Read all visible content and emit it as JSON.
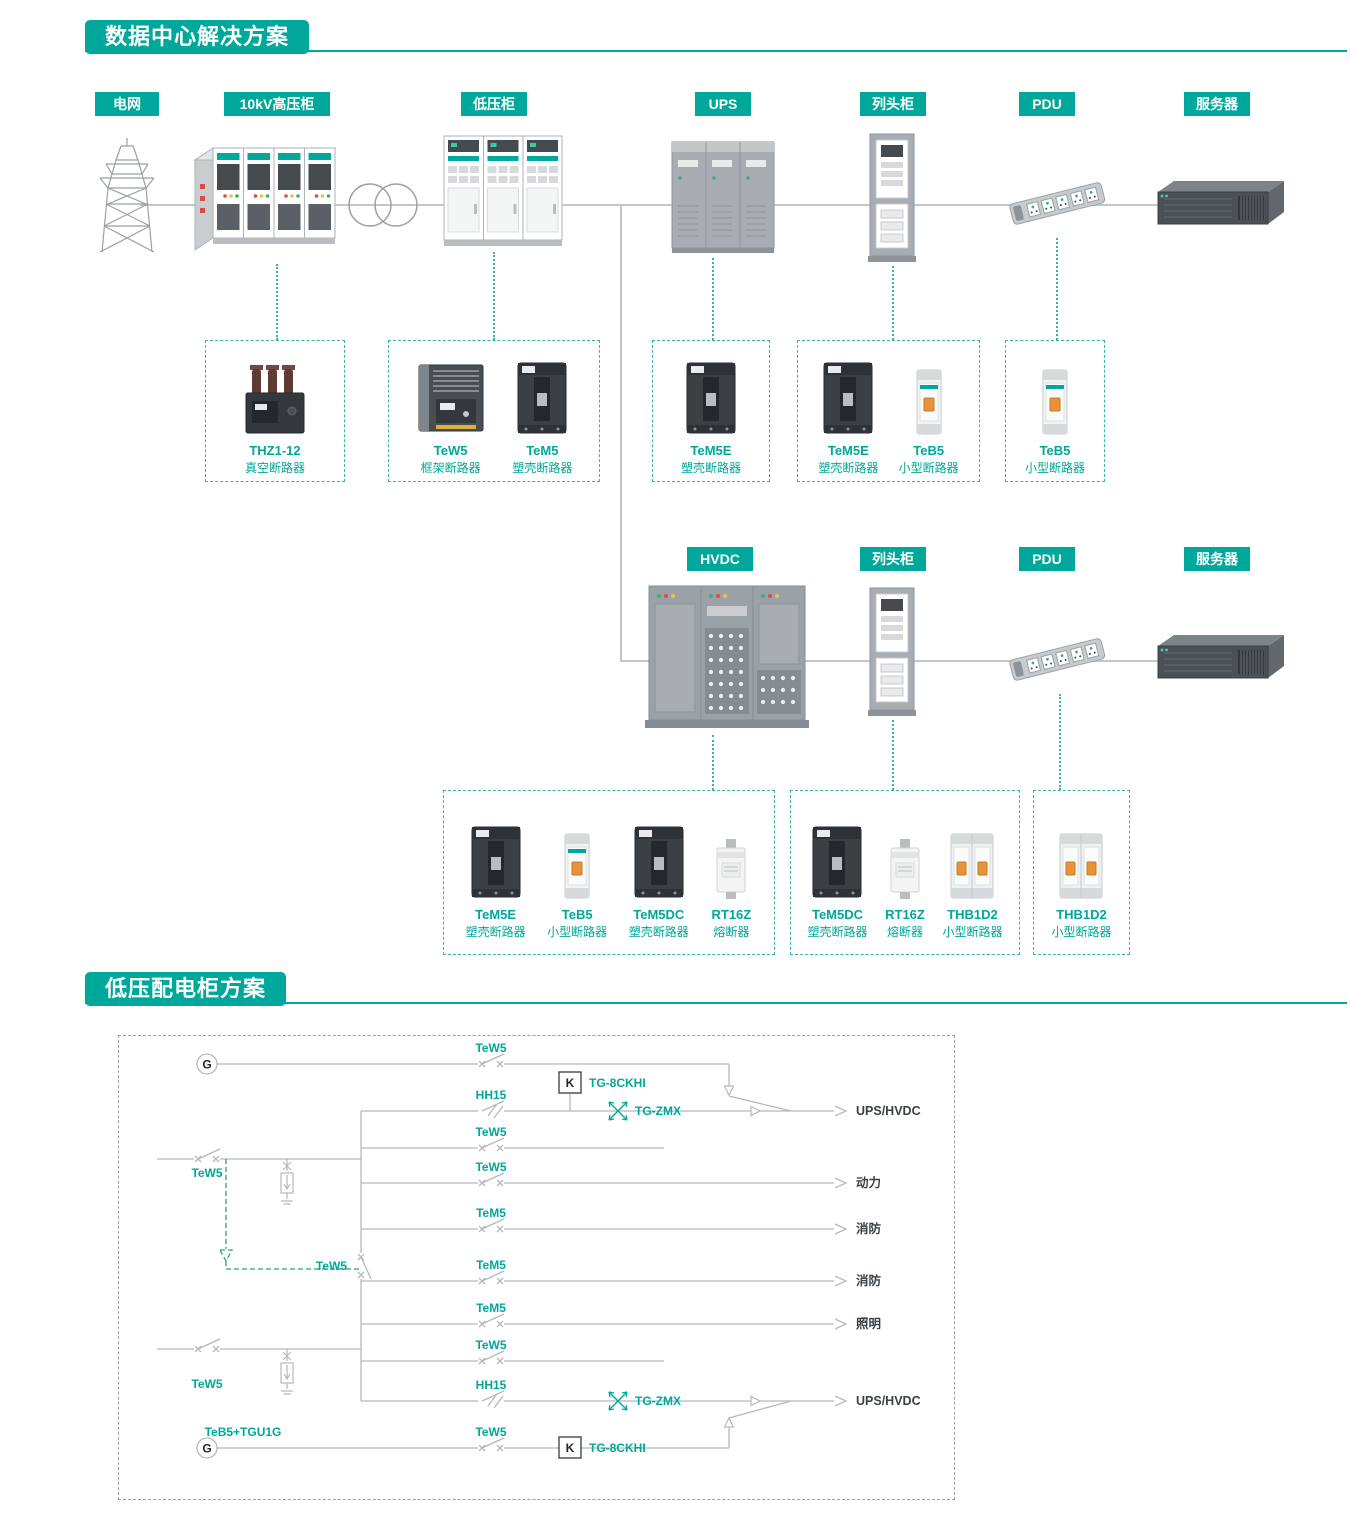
{
  "theme": {
    "accent": "#00a79b"
  },
  "section_datacenter": {
    "title": "数据中心解决方案",
    "chain_top": {
      "grid": "电网",
      "hv_cabinet": "10kV高压柜",
      "lv_cabinet": "低压柜",
      "ups": "UPS",
      "row_cabinet": "列头柜",
      "pdu": "PDU",
      "server": "服务器"
    },
    "products_top": {
      "hv": {
        "model": "THZ1-12",
        "desc": "真空断路器"
      },
      "lv_acb": {
        "model": "TeW5",
        "desc": "框架断路器"
      },
      "lv_mccb": {
        "model": "TeM5",
        "desc": "塑壳断路器"
      },
      "ups_mccb": {
        "model": "TeM5E",
        "desc": "塑壳断路器"
      },
      "row_mccb": {
        "model": "TeM5E",
        "desc": "塑壳断路器"
      },
      "row_mcb": {
        "model": "TeB5",
        "desc": "小型断路器"
      },
      "pdu_mcb": {
        "model": "TeB5",
        "desc": "小型断路器"
      }
    },
    "chain_bottom": {
      "hvdc": "HVDC",
      "row_cabinet": "列头柜",
      "pdu": "PDU",
      "server": "服务器"
    },
    "products_bottom": {
      "hvdc_mccb": {
        "model": "TeM5E",
        "desc": "塑壳断路器"
      },
      "hvdc_mcb": {
        "model": "TeB5",
        "desc": "小型断路器"
      },
      "hvdc_dc": {
        "model": "TeM5DC",
        "desc": "塑壳断路器"
      },
      "hvdc_fuse": {
        "model": "RT16Z",
        "desc": "熔断器"
      },
      "row_dc": {
        "model": "TeM5DC",
        "desc": "塑壳断路器"
      },
      "row_fuse": {
        "model": "RT16Z",
        "desc": "熔断器"
      },
      "row_thb": {
        "model": "THB1D2",
        "desc": "小型断路器"
      },
      "pdu_thb": {
        "model": "THB1D2",
        "desc": "小型断路器"
      }
    }
  },
  "section_lv_panel": {
    "title": "低压配电柜方案",
    "diagram": {
      "generator_top": "G",
      "generator_bottom": "G",
      "gen_breaker_top": "TeW5",
      "gen_breaker_bottom": "TeW5",
      "hh15_top": "HH15",
      "hh15_bottom": "HH15",
      "k_top": "K",
      "k_bottom": "K",
      "controller_top": "TG-8CKHI",
      "controller_bottom": "TG-8CKHI",
      "zmx_top": "TG-ZMX",
      "zmx_bottom": "TG-ZMX",
      "feeder_sub_top": "TeW5",
      "feeder_power": "TeW5",
      "feeder_fire1": "TeM5",
      "feeder_fire2": "TeM5",
      "feeder_light": "TeM5",
      "feeder_sub_bottom": "TeW5",
      "incomer_top": "TeW5",
      "incomer_bottom": "TeW5",
      "tie": "TeW5",
      "spd_label": "TeB5+TGU1G",
      "out_ups_top": "UPS/HVDC",
      "out_power": "动力",
      "out_fire1": "消防",
      "out_fire2": "消防",
      "out_light": "照明",
      "out_ups_bottom": "UPS/HVDC"
    }
  }
}
